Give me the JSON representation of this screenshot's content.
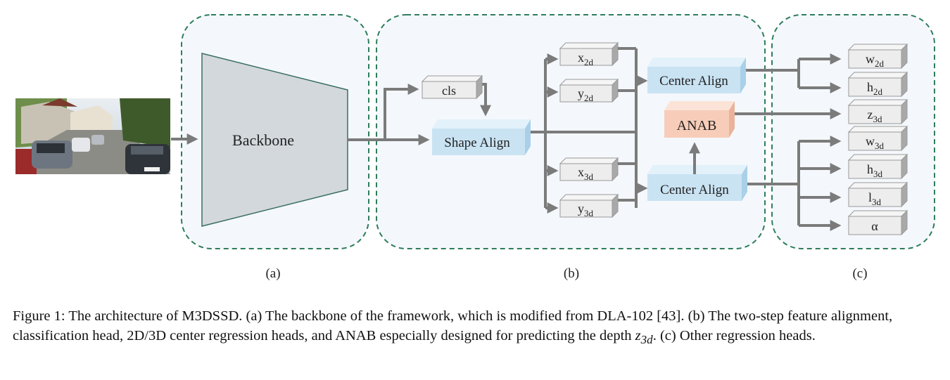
{
  "panels": {
    "a_label": "(a)",
    "b_label": "(b)",
    "c_label": "(c)"
  },
  "nodes": {
    "backbone": "Backbone",
    "cls": "cls",
    "shape_align": "Shape Align",
    "center_align_top": "Center Align",
    "center_align_bottom": "Center Align",
    "anab": "ANAB",
    "x2d": {
      "base": "x",
      "sub": "2d"
    },
    "y2d": {
      "base": "y",
      "sub": "2d"
    },
    "x3d": {
      "base": "x",
      "sub": "3d"
    },
    "y3d": {
      "base": "y",
      "sub": "3d"
    },
    "w2d": {
      "base": "w",
      "sub": "2d"
    },
    "h2d": {
      "base": "h",
      "sub": "2d"
    },
    "z3d": {
      "base": "z",
      "sub": "3d"
    },
    "w3d": {
      "base": "w",
      "sub": "3d"
    },
    "h3d": {
      "base": "h",
      "sub": "3d"
    },
    "l3d": {
      "base": "l",
      "sub": "3d"
    },
    "alpha": "α"
  },
  "colors": {
    "panel_border": "#2e7d5b",
    "panel_fill": "#f4f8fc",
    "align_block": "#c9e3f3",
    "anab_block": "#f7cdb9",
    "backbone_fill": "#d3d8dc",
    "backbone_stroke": "#3b6e63",
    "arrow": "#7b7b7b"
  },
  "caption": {
    "text1": "Figure 1: The architecture of M3DSSD. (a) The backbone of the framework, which is modified from DLA-102 [43]. (b) The two-step feature alignment, classification head, 2D/3D center regression heads, and ANAB especially designed for predicting the depth ",
    "math_base": "z",
    "math_sub": "3d",
    "text2": ". (c) Other regression heads."
  },
  "image": {
    "icon": "street-scene-photo"
  }
}
